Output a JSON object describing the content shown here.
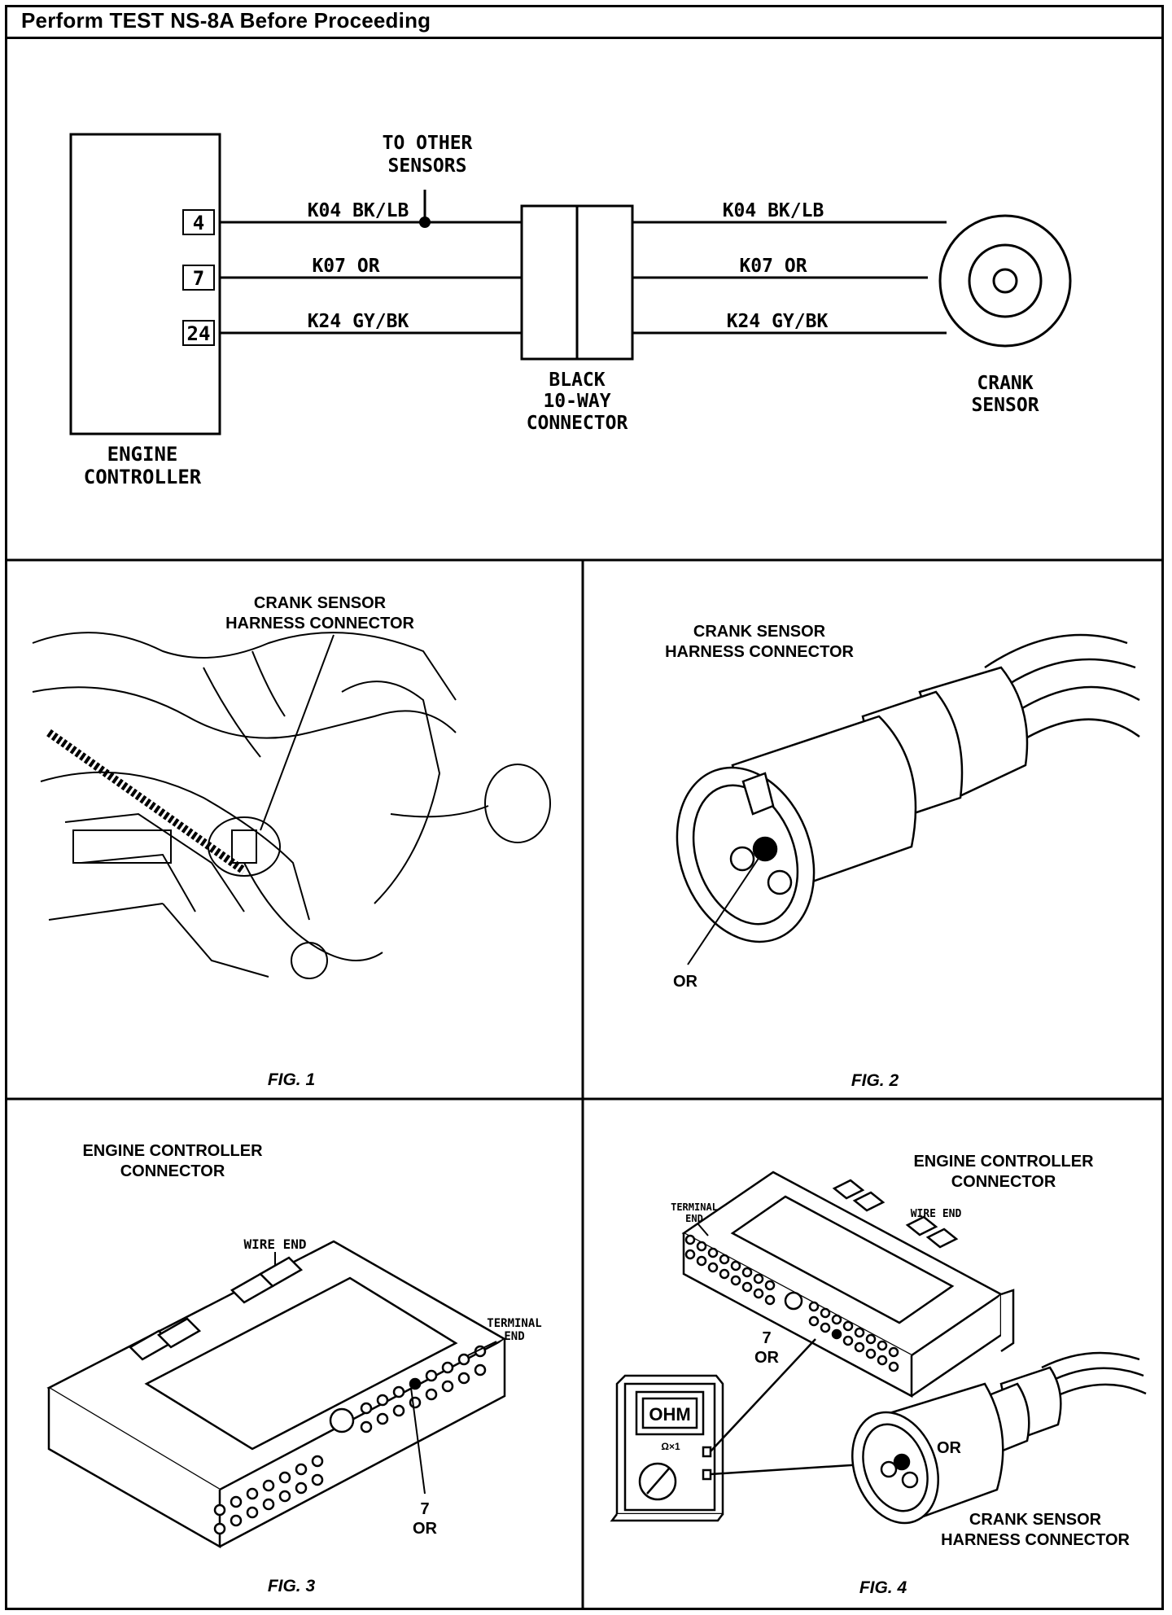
{
  "title": "Perform TEST NS-8A Before Proceeding",
  "schematic": {
    "controller_label_1": "ENGINE",
    "controller_label_2": "CONTROLLER",
    "pins": [
      "4",
      "7",
      "24"
    ],
    "left_wires": [
      "K04  BK/LB",
      "K07  OR",
      "K24  GY/BK"
    ],
    "right_wires": [
      "K04  BK/LB",
      "K07  OR",
      "K24  GY/BK"
    ],
    "splice_label_1": "TO OTHER",
    "splice_label_2": "SENSORS",
    "connector_label_1": "BLACK",
    "connector_label_2": "10-WAY",
    "connector_label_3": "CONNECTOR",
    "sensor_label_1": "CRANK",
    "sensor_label_2": "SENSOR"
  },
  "fig1": {
    "label_1": "CRANK SENSOR",
    "label_2": "HARNESS CONNECTOR",
    "caption": "FIG. 1"
  },
  "fig2": {
    "label_1": "CRANK SENSOR",
    "label_2": "HARNESS CONNECTOR",
    "pin_label": "OR",
    "caption": "FIG. 2"
  },
  "fig3": {
    "label_1": "ENGINE CONTROLLER",
    "label_2": "CONNECTOR",
    "wire_end": "WIRE END",
    "terminal_1": "TERMINAL",
    "terminal_2": "END",
    "pin_num": "7",
    "pin_label": "OR",
    "caption": "FIG. 3"
  },
  "fig4": {
    "label_1": "ENGINE CONTROLLER",
    "label_2": "CONNECTOR",
    "terminal_1": "TERMINAL",
    "terminal_2": "END",
    "wire_end": "WIRE END",
    "pin_num": "7",
    "pin_label": "OR",
    "meter_display": "OHM",
    "meter_range": "Ω×1",
    "sensor_pin_label": "OR",
    "sensor_label_1": "CRANK SENSOR",
    "sensor_label_2": "HARNESS CONNECTOR",
    "caption": "FIG. 4"
  }
}
